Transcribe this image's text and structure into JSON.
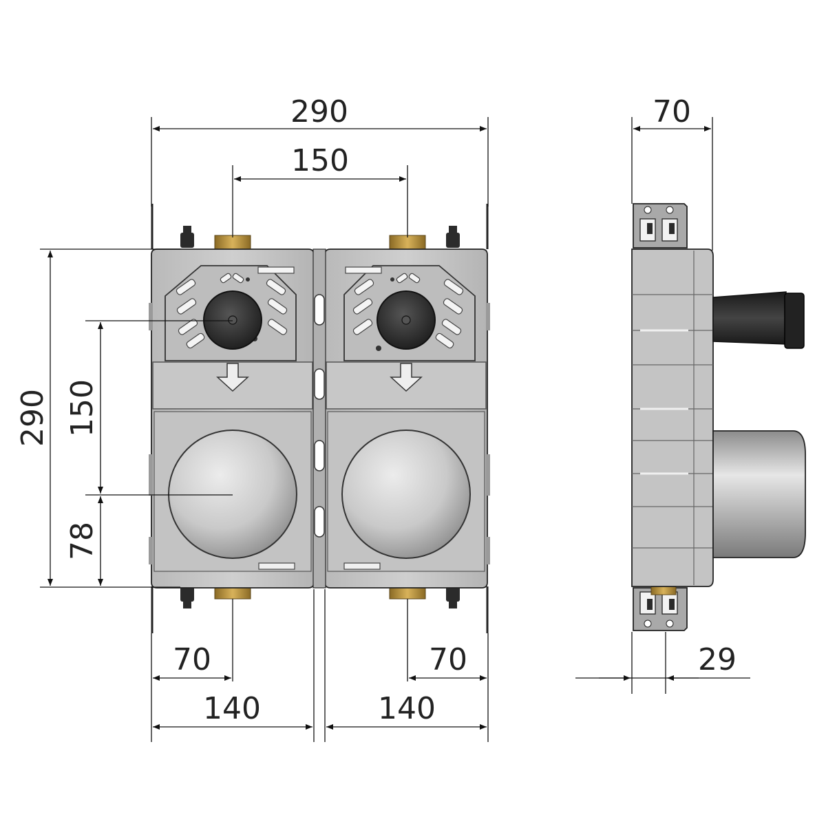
{
  "front_view": {
    "overall_width": "290",
    "outlet_spacing": "150",
    "overall_height": "290",
    "vertical_spacing": "150",
    "lower_offset": "78",
    "left_offset": "70",
    "right_offset": "70",
    "left_module_width": "140",
    "right_module_width": "140"
  },
  "side_view": {
    "depth": "70",
    "rail_offset": "29"
  },
  "colors": {
    "body": "#c4c4c4",
    "body_dark": "#9a9a9a",
    "brass": "#b8923e",
    "black_part": "#2b2b2b",
    "line": "#111111"
  }
}
